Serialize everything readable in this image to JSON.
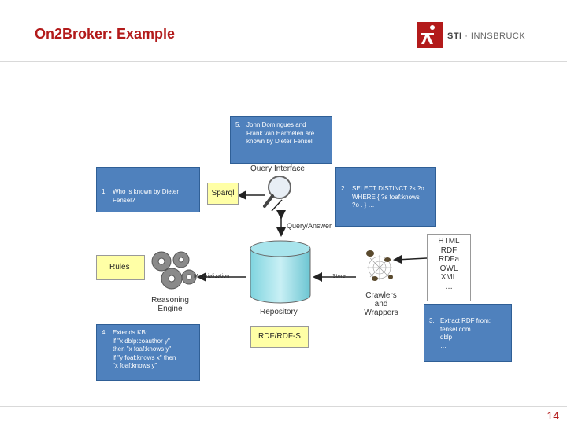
{
  "slide": {
    "title": "On2Broker: Example",
    "page_number": "14"
  },
  "logo": {
    "brand": "STI",
    "separator": "·",
    "city": "INNSBRUCK"
  },
  "diagram": {
    "query_interface": "Query Interface",
    "sparql": "Sparql",
    "query_answer": "Query/Answer",
    "rules": "Rules",
    "materialization": "Materialization",
    "reasoning_engine": [
      "Reasoning",
      "Engine"
    ],
    "repository": "Repository",
    "rdf_rdfs": "RDF/RDF-S",
    "store": "Store",
    "crawlers": [
      "Crawlers",
      "and",
      "Wrappers"
    ],
    "formats": [
      "HTML",
      "RDF",
      "RDFa",
      "OWL",
      "XML",
      "…"
    ]
  },
  "notes": {
    "n1": {
      "num": "1.",
      "lines": [
        "Who is known by Dieter",
        "Fensel?"
      ]
    },
    "n2": {
      "num": "2.",
      "lines": [
        "SELECT DISTINCT ?s ?o",
        "WHERE { ?s foaf:knows",
        "?o . } …"
      ]
    },
    "n3": {
      "num": "3.",
      "lines": [
        "Extract RDF from:",
        "fensel.com",
        "dblp",
        "…"
      ]
    },
    "n4": {
      "num": "4.",
      "lines": [
        "Extends KB:",
        "if \"x dblp:coauthor y\"",
        "then \"x foaf:knows y\"",
        "if \"y foaf:knows x\" then",
        "\"x foaf:knows y\""
      ]
    },
    "n5": {
      "num": "5.",
      "lines": [
        "John Domingues and",
        "Frank van Harmelen are",
        "known by Dieter Fensel"
      ]
    }
  },
  "colors": {
    "accent": "#b31b1b",
    "note_fill": "#4f81bd",
    "yellow_box": "#ffffa6"
  }
}
